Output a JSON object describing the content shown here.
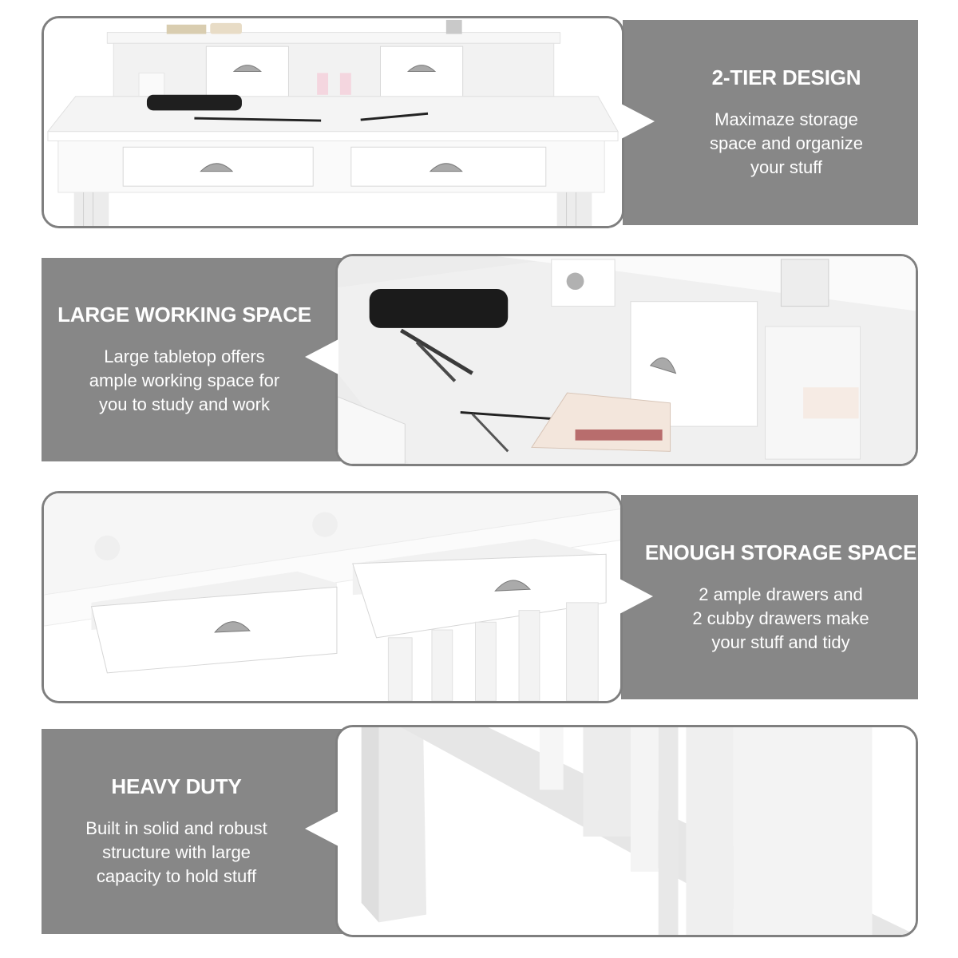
{
  "colors": {
    "panel_gray": "#878787",
    "frame_border": "#7f7f7f",
    "furniture_white": "#ffffff",
    "furniture_shadow": "#e4e4e4",
    "handle_chrome": "#9a9a9a"
  },
  "features": [
    {
      "id": "two-tier",
      "title": "2-TIER DESIGN",
      "description": "Maximaze storage\nspace and organize\nyour stuff",
      "text_side": "right",
      "photo_subject": "desk with hutch, 2 cubby drawers and 2 main drawers"
    },
    {
      "id": "working-space",
      "title": "LARGE WORKING SPACE",
      "description": "Large tabletop offers\nample working space for\nyou to study and work",
      "text_side": "left",
      "photo_subject": "tabletop with makeup bag, brushes and eyeshadow palette"
    },
    {
      "id": "storage",
      "title": "ENOUGH STORAGE SPACE",
      "description": "2 ample drawers and\n2 cubby drawers make\nyour stuff and tidy",
      "text_side": "right",
      "photo_subject": "two open drawers with cup-pull handles"
    },
    {
      "id": "heavy-duty",
      "title": "HEAVY DUTY",
      "description": "Built in solid and robust\nstructure with large\ncapacity to hold stuff",
      "text_side": "left",
      "photo_subject": "close-up of solid legs and cross support"
    }
  ]
}
